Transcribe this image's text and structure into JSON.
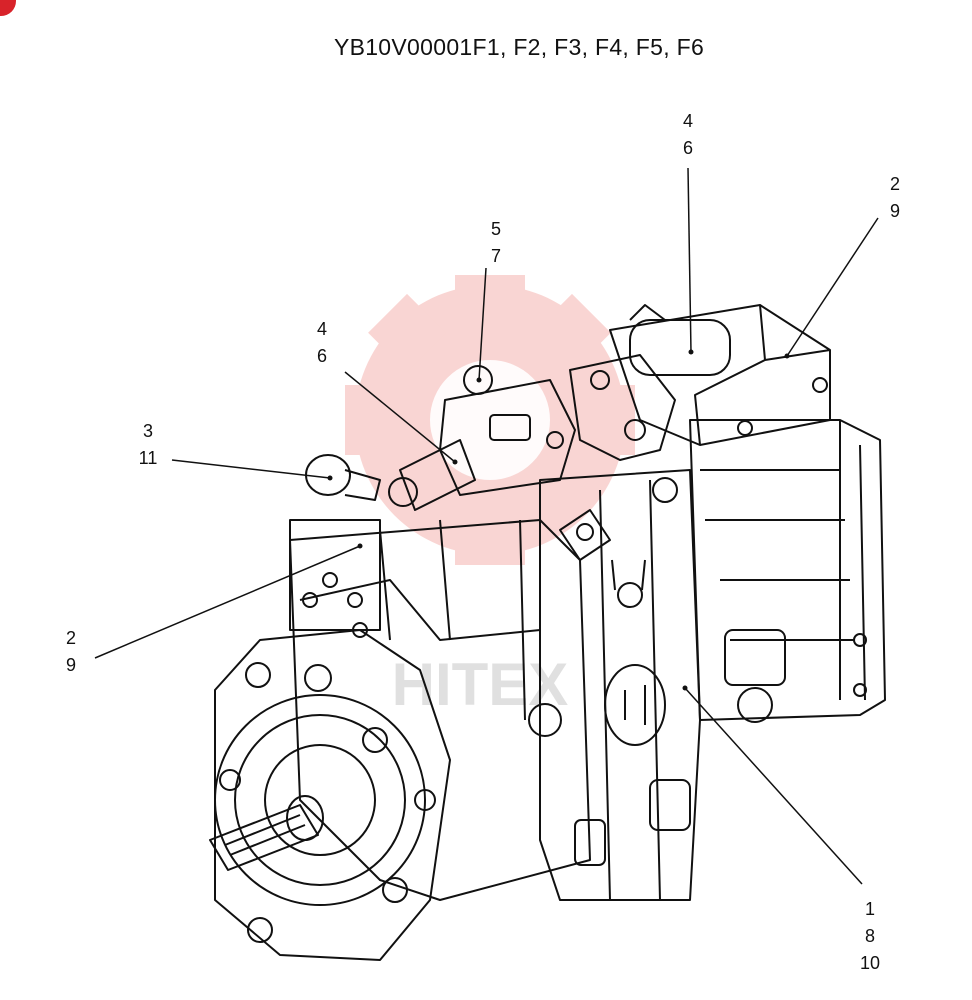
{
  "title": "YB10V00001F1, F2, F3, F4, F5, F6",
  "watermark": {
    "text": "HITEX",
    "color": "#e8463a"
  },
  "callouts": [
    {
      "id": "c-top",
      "lines": [
        "4",
        "6"
      ]
    },
    {
      "id": "c-topright",
      "lines": [
        "2",
        "9"
      ]
    },
    {
      "id": "c-mid",
      "lines": [
        "5",
        "7"
      ]
    },
    {
      "id": "c-left46",
      "lines": [
        "4",
        "6"
      ]
    },
    {
      "id": "c-left311",
      "lines": [
        "3",
        "11"
      ]
    },
    {
      "id": "c-left29",
      "lines": [
        "2",
        "9"
      ]
    },
    {
      "id": "c-bottom",
      "lines": [
        "1",
        "8",
        "10"
      ]
    }
  ],
  "colors": {
    "line": "#111111",
    "accent": "#d8232a"
  }
}
